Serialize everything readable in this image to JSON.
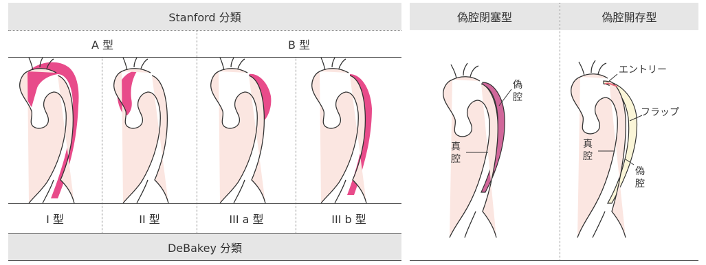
{
  "stanford": {
    "header": "Stanford 分類",
    "type_a": "A 型",
    "type_b": "B 型"
  },
  "debakey": {
    "header": "DeBakey 分類",
    "types": [
      "I 型",
      "II 型",
      "III a 型",
      "III b 型"
    ]
  },
  "right": {
    "col1_header": "偽腔閉塞型",
    "col2_header": "偽腔開存型",
    "false_lumen_v": [
      "偽",
      "腔"
    ],
    "true_lumen_v": [
      "真",
      "腔"
    ],
    "entry": "エントリー",
    "flap": "フラップ"
  },
  "colors": {
    "aorta_fill": "#fbe6e1",
    "dissection_pink": "#e84b8a",
    "thrombosed_lumen": "#d0679a",
    "entry_mark": "#e86a7a",
    "open_false_lumen": "#fbf6d8",
    "header_bg": "#e6e6e6"
  }
}
